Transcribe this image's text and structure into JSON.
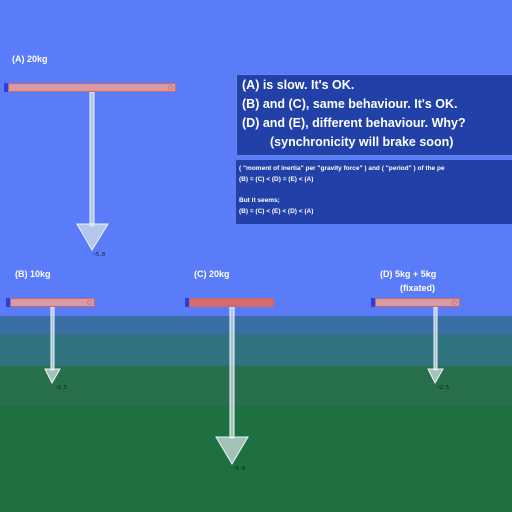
{
  "labels": {
    "a": "(A) 20kg",
    "b": "(B) 10kg",
    "c": "(C) 20kg",
    "d": "(D) 5kg + 5kg",
    "d_sub": "(fixated)"
  },
  "force_readouts": {
    "a": "~5.0",
    "b": "~2.5",
    "c": "~5.0",
    "d": "~2.5"
  },
  "panel_main": {
    "line1": "(A) is slow. It's OK.",
    "line2": "(B) and (C), same behaviour. It's OK.",
    "line3": "(D) and (E), different behaviour. Why?",
    "line4": "(synchronicity will brake soon)"
  },
  "panel_note": {
    "line1": "( \"moment of inertia\" per \"gravity force\" ) and ( \"period\" ) of the pe",
    "line2": "(B) = (C) < (D) = (E) < (A)",
    "line3": "But it seems;",
    "line4": "(B) = (C) < (E) < (D) < (A)"
  },
  "colors": {
    "sky": "#5a7cf8",
    "panel": "#2140a8",
    "bar_pink": "#d89aa6",
    "bar_red": "#d86a6e",
    "arrow": "#d8e6ea",
    "ground": "#1e7040"
  }
}
